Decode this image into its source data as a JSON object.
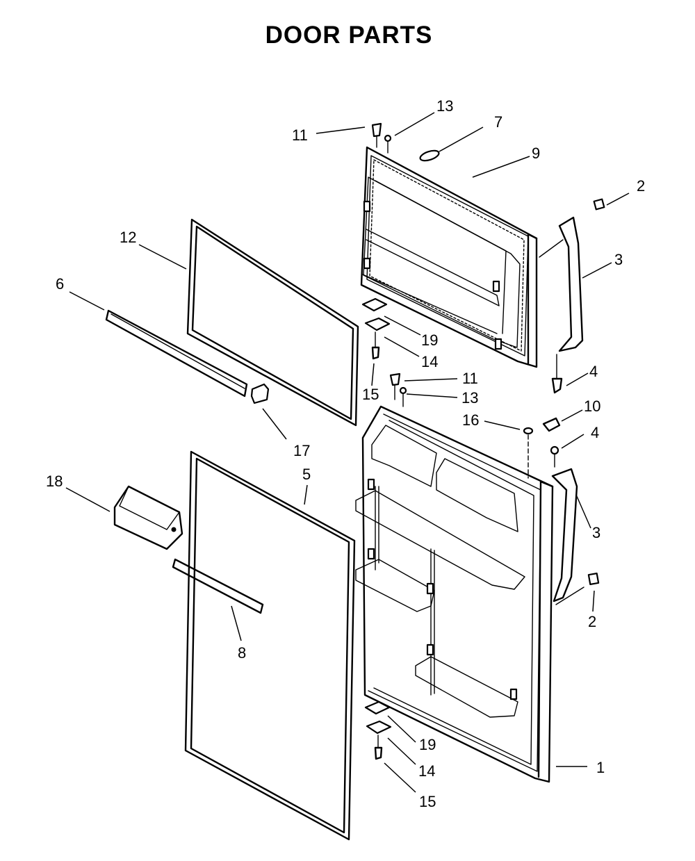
{
  "title": "DOOR PARTS",
  "callouts": [
    {
      "num": "1",
      "part": "fresh-food-door"
    },
    {
      "num": "2",
      "part": "handle-end-cap"
    },
    {
      "num": "2",
      "part": "handle-end-cap"
    },
    {
      "num": "3",
      "part": "door-handle"
    },
    {
      "num": "3",
      "part": "door-handle"
    },
    {
      "num": "4",
      "part": "handle-screw"
    },
    {
      "num": "4",
      "part": "handle-screw"
    },
    {
      "num": "5",
      "part": "fresh-food-door-gasket"
    },
    {
      "num": "6",
      "part": "freezer-door-shelf-rail"
    },
    {
      "num": "7",
      "part": "nameplate"
    },
    {
      "num": "8",
      "part": "fresh-food-door-shelf-rail"
    },
    {
      "num": "9",
      "part": "freezer-door"
    },
    {
      "num": "10",
      "part": "plug-button"
    },
    {
      "num": "11",
      "part": "door-stop"
    },
    {
      "num": "11",
      "part": "door-stop"
    },
    {
      "num": "12",
      "part": "freezer-door-gasket"
    },
    {
      "num": "13",
      "part": "door-stop-screw"
    },
    {
      "num": "13",
      "part": "door-stop-screw"
    },
    {
      "num": "14",
      "part": "hinge-bracket"
    },
    {
      "num": "14",
      "part": "hinge-bracket"
    },
    {
      "num": "15",
      "part": "hinge-screw"
    },
    {
      "num": "15",
      "part": "hinge-screw"
    },
    {
      "num": "16",
      "part": "hole-plug"
    },
    {
      "num": "17",
      "part": "rail-end-cap"
    },
    {
      "num": "18",
      "part": "dairy-door"
    },
    {
      "num": "19",
      "part": "hinge-bushing"
    },
    {
      "num": "19",
      "part": "hinge-bushing"
    }
  ]
}
